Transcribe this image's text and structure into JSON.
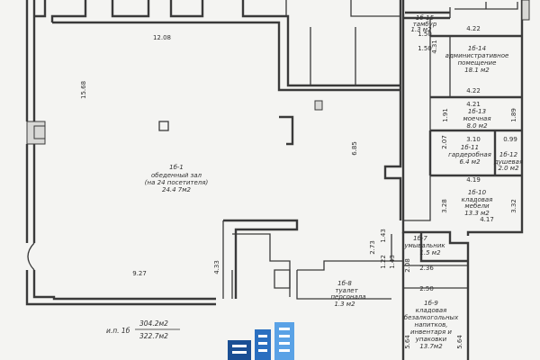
{
  "rooms": {
    "hall": {
      "code": "1б-1",
      "name_line1": "обеденный зал",
      "name_line2": "(на 24 посетителя)",
      "area": "24.4 7м2"
    },
    "r15": {
      "code": "1б-15",
      "name": "тамбур",
      "area": "1.3 м2"
    },
    "r14": {
      "code": "1б-14",
      "name_line1": "административное",
      "name_line2": "помещение",
      "area": "18.1 м2"
    },
    "r13": {
      "code": "1б-13",
      "name": "моечная",
      "area": "8.0 м2"
    },
    "r11": {
      "code": "1б-11",
      "name": "гардеробная",
      "area": "6.4 м2"
    },
    "r12": {
      "code": "1б-12",
      "name": "душевая",
      "area": "2.0 м2"
    },
    "r10": {
      "code": "1б-10",
      "name_line1": "кладовая",
      "name_line2": "мебели",
      "area": "13.3 м2"
    },
    "r7": {
      "code": "1б-7",
      "name": "умывальник",
      "area": "1.5 м2"
    },
    "r8": {
      "code": "1б-8",
      "name_line1": "туалет",
      "name_line2": "персонала",
      "area": "1.3 м2"
    },
    "r9": {
      "code": "1б-9",
      "name_line1": "кладовая",
      "name_line2": "безалкогольных",
      "name_line3": "напитков,",
      "name_line4": "инвентаря и",
      "name_line5": "упаковки",
      "area": "13.7м2"
    }
  },
  "dimensions": {
    "d1208": "12.08",
    "d1568": "15.68",
    "d685": "6.85",
    "d927": "9.27",
    "d433": "4.33",
    "d422a": "4.22",
    "d150a": "1.50",
    "d431": "4.31",
    "d150b": "1.50",
    "d422b": "4.22",
    "d421": "4.21",
    "d191": "1.91",
    "d189": "1.89",
    "d310": "3.10",
    "d207": "2.07",
    "d099": "0.99",
    "d419": "4.19",
    "d328": "3.28",
    "d332": "3.32",
    "d417": "4.17",
    "d273": "2.73",
    "d143": "1.43",
    "d122": "1.22",
    "d143b": "1.43",
    "d236": "2.36",
    "d208": "2.08",
    "d250": "2.50",
    "d564a": "5.64",
    "d564b": "5.64"
  },
  "totals": {
    "label": "и.п. 1б",
    "total1": "304.2м2",
    "total2": "322.7м2"
  },
  "logo": {
    "icon": "building-logo-icon",
    "colors": [
      "#1b4f94",
      "#2a6fc0",
      "#5aa2e6"
    ]
  }
}
